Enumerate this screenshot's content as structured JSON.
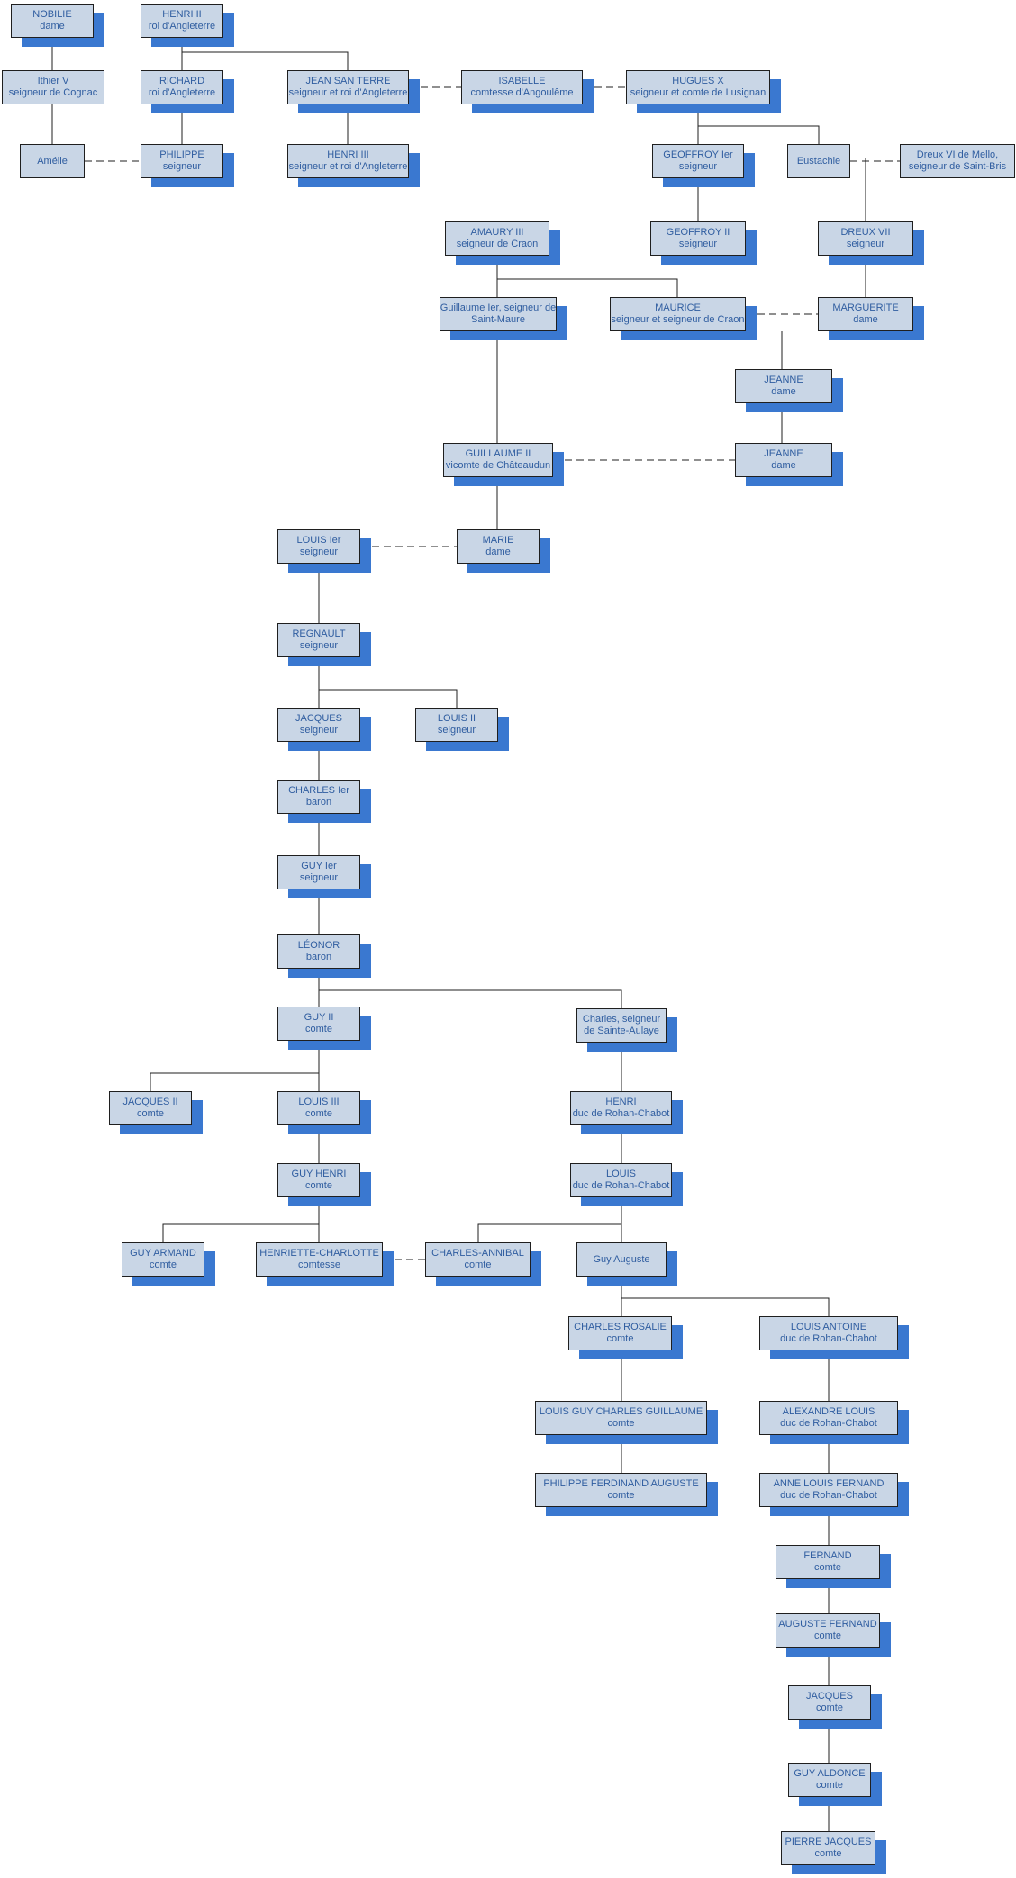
{
  "colors": {
    "box_fill": "#c9d6e6",
    "box_border": "#1f1f1f",
    "shadow": "#3a78d0",
    "text": "#2f5da0",
    "line": "#1f1f1f"
  },
  "persons": {
    "nobilie": {
      "name": "NOBILIE",
      "title": "dame"
    },
    "henri2": {
      "name": "HENRI II",
      "title": "roi d'Angleterre"
    },
    "ithier5": {
      "name": "Ithier V",
      "title": "seigneur de Cognac"
    },
    "richard": {
      "name": "RICHARD",
      "title": "roi d'Angleterre"
    },
    "jean": {
      "name": "JEAN SAN TERRE",
      "title": "seigneur et roi d'Angleterre"
    },
    "isabelle": {
      "name": "ISABELLE",
      "title": "comtesse d'Angoulême"
    },
    "hugues10": {
      "name": "HUGUES X",
      "title": "seigneur et comte de Lusignan"
    },
    "amelie": {
      "name": "Amélie",
      "title": ""
    },
    "philippe": {
      "name": "PHILIPPE",
      "title": "seigneur"
    },
    "henri3": {
      "name": "HENRI III",
      "title": "seigneur et roi d'Angleterre"
    },
    "geoffroy1": {
      "name": "GEOFFROY Ier",
      "title": "seigneur"
    },
    "eustachie": {
      "name": "Eustachie",
      "title": ""
    },
    "dreux6": {
      "name": "Dreux VI de Mello,",
      "title": "seigneur de Saint-Bris"
    },
    "amaury3": {
      "name": "AMAURY III",
      "title": "seigneur de Craon"
    },
    "geoffroy2": {
      "name": "GEOFFROY II",
      "title": "seigneur"
    },
    "dreux7": {
      "name": "DREUX VII",
      "title": "seigneur"
    },
    "guillaume1": {
      "name": "Guillaume Ier, seigneur de",
      "title": "Saint-Maure"
    },
    "maurice": {
      "name": "MAURICE",
      "title": "seigneur et seigneur de Craon"
    },
    "marguerite": {
      "name": "MARGUERITE",
      "title": "dame"
    },
    "jeanne1": {
      "name": "JEANNE",
      "title": "dame"
    },
    "guillaume2": {
      "name": "GUILLAUME II",
      "title": "vicomte de Châteaudun"
    },
    "jeanne2": {
      "name": "JEANNE",
      "title": "dame"
    },
    "louis1": {
      "name": "LOUIS Ier",
      "title": "seigneur"
    },
    "marie": {
      "name": "MARIE",
      "title": "dame"
    },
    "regnault": {
      "name": "REGNAULT",
      "title": "seigneur"
    },
    "jacques1": {
      "name": "JACQUES",
      "title": "seigneur"
    },
    "louis2": {
      "name": "LOUIS II",
      "title": "seigneur"
    },
    "charles1": {
      "name": "CHARLES Ier",
      "title": "baron"
    },
    "guy1": {
      "name": "GUY Ier",
      "title": "seigneur"
    },
    "leonor": {
      "name": "LÉONOR",
      "title": "baron"
    },
    "guy2": {
      "name": "GUY II",
      "title": "comte"
    },
    "charles_sa": {
      "name": "Charles, seigneur",
      "title": "de Sainte-Aulaye"
    },
    "jacques2": {
      "name": "JACQUES II",
      "title": "comte"
    },
    "louis3": {
      "name": "LOUIS III",
      "title": "comte"
    },
    "henri_rc": {
      "name": "HENRI",
      "title": "duc de Rohan-Chabot"
    },
    "guyhenri": {
      "name": "GUY HENRI",
      "title": "comte"
    },
    "louis_rc": {
      "name": "LOUIS",
      "title": "duc de Rohan-Chabot"
    },
    "guyarmand": {
      "name": "GUY ARMAND",
      "title": "comte"
    },
    "henriette": {
      "name": "HENRIETTE-CHARLOTTE",
      "title": "comtesse"
    },
    "charlesannibal": {
      "name": "CHARLES-ANNIBAL",
      "title": "comte"
    },
    "guyauguste": {
      "name": "Guy Auguste",
      "title": ""
    },
    "charlesrosalie": {
      "name": "CHARLES ROSALIE",
      "title": "comte"
    },
    "louisantoine": {
      "name": "LOUIS ANTOINE",
      "title": "duc de Rohan-Chabot"
    },
    "lgcg": {
      "name": "LOUIS GUY CHARLES GUILLAUME",
      "title": "comte"
    },
    "alexandre": {
      "name": "ALEXANDRE LOUIS",
      "title": "duc de Rohan-Chabot"
    },
    "pfa": {
      "name": "PHILIPPE FERDINAND AUGUSTE",
      "title": "comte"
    },
    "anne": {
      "name": "ANNE LOUIS FERNAND",
      "title": "duc de Rohan-Chabot"
    },
    "fernand": {
      "name": "FERNAND",
      "title": "comte"
    },
    "augustefernand": {
      "name": "AUGUSTE FERNAND",
      "title": "comte"
    },
    "jacques3": {
      "name": "JACQUES",
      "title": "comte"
    },
    "guyaldonce": {
      "name": "GUY ALDONCE",
      "title": "comte"
    },
    "pierrejacques": {
      "name": "PIERRE JACQUES",
      "title": "comte"
    }
  }
}
